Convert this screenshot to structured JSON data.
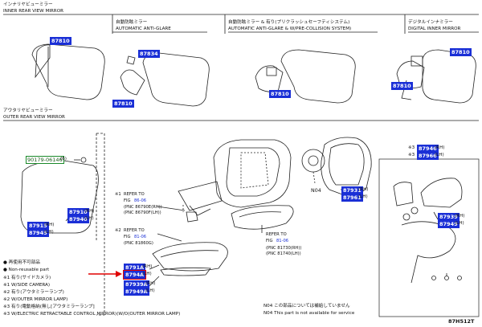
{
  "header": {
    "inner_jp": "インナリヤビューミラー",
    "inner_en": "INNER REAR VIEW MIRROR",
    "outer_jp": "アウタリヤビューミラー",
    "outer_en": "OUTER REAR VIEW MIRROR"
  },
  "columns": [
    {
      "jp": "自動防眩ミラー",
      "en": "AUTOMATIC ANTI-GLARE"
    },
    {
      "jp": "自動防眩ミラー & 有り(プリクラッシュセーフティシステム)",
      "en": "AUTOMATIC ANTI-GLARE & W/PRE-COLLISION SYSTEM)"
    },
    {
      "jp": "デジタルインナミラー",
      "en": "DIGITAL INNER MIRROR"
    }
  ],
  "parts": {
    "p87810a": "87810",
    "p87834": "87834",
    "p87810b": "87810",
    "p87810c": "87810",
    "p87810d": "87810",
    "p87810e": "87810",
    "bolt": "90179-06146",
    "bolt_qty": "(6)",
    "p87915": "87915",
    "p87915_side": "(RH)",
    "p87945": "87945",
    "p87945_side": "(LH)",
    "p87910": "87910",
    "p87910_side": "(RH)",
    "p87940": "87940",
    "p87940_side": "(LH)",
    "p87931": "87931",
    "p87931_side": "(RH)",
    "p87961": "87961",
    "p87961_side": "(LH)",
    "n04": "N04",
    "p87946": "87946",
    "p87946_side": "(RH)",
    "p87966": "87966",
    "p87966_side": "(LH)",
    "mark3a": "※3",
    "mark3b": "※3",
    "p87939": "87939",
    "p87939_side": "(RH)",
    "p87949": "87949",
    "p87949_side": "(LH)",
    "p8791a": "8791A",
    "p8791a_side": "(RH)",
    "p8794a": "8794A",
    "p8794a_side": "(LH)",
    "p87939a": "87939A",
    "p87939a_side": "(RH)",
    "p87949a": "87949A",
    "p87949a_side": "(LH)"
  },
  "refs": {
    "r1_mark": "※1",
    "r1_line1": "REFER TO",
    "r1_fig": "FIG",
    "r1_fignum": "86-06",
    "r1_pnc1": "(PNC 86790E(RH))",
    "r1_pnc2": "(PNC 86790F(LH))",
    "r2_mark": "※2",
    "r2_line1": "REFER TO",
    "r2_fig": "FIG",
    "r2_fignum": "81-06",
    "r2_pnc": "(PNC 81860G)",
    "r3_line1": "REFER TO",
    "r3_fig": "FIG",
    "r3_fignum": "81-06",
    "r3_pnc1": "(PNC 81730(RH))",
    "r3_pnc2": "(PNC 81740(LH))"
  },
  "legend": [
    "● 再使用不可部品",
    "● Non-reusable part",
    "※1 有り(サイドカメラ)",
    "※1 W/SIDE CAMERA)",
    "※2 有り(アウタミラーランプ)",
    "※2 W/OUTER MIRROR LAMP)",
    "※3 有り(電動格納(無し[アウタミラーランプ]",
    "※3 W/ELECTRIC RETRACTABLE CONTROL MIRROR)(W/O(OUTER MIRROR LAMP)"
  ],
  "footer": {
    "n04_jp": "N04 この部品については補給していません",
    "n04_en": "N04 This part is not available for service",
    "code": "87H512T"
  },
  "colors": {
    "part_blue": "#1a2fd6",
    "arrow_red": "#e00000",
    "bolt_green": "#1a8a2a"
  }
}
